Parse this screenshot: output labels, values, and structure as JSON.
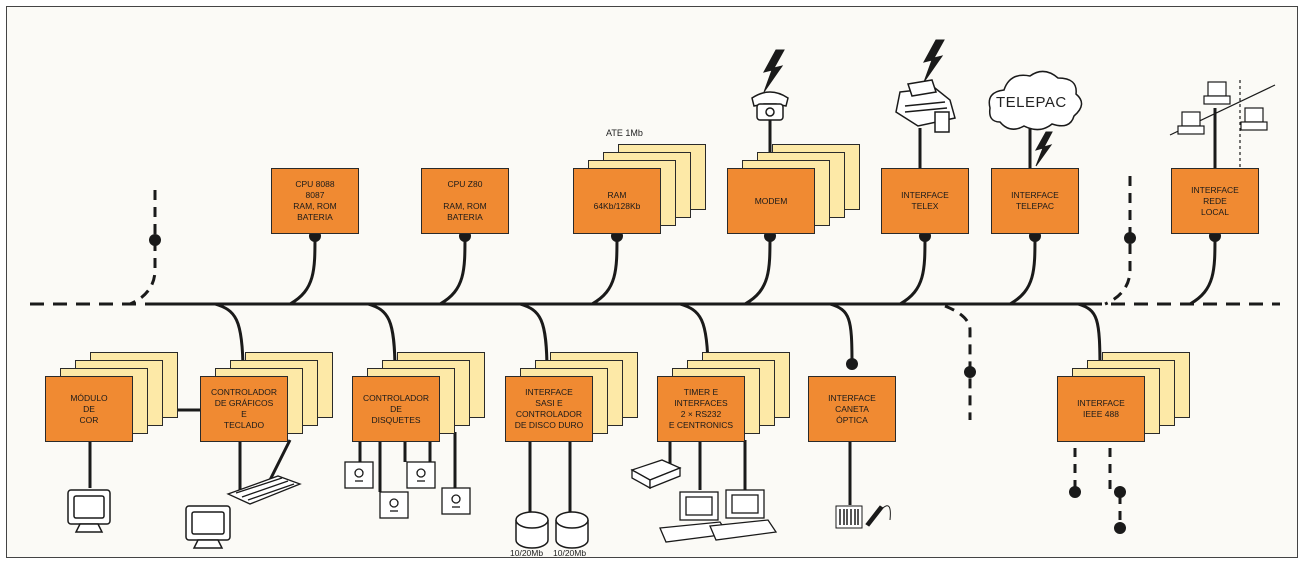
{
  "modules_top": [
    {
      "name": "cpu-8088-module",
      "label": "CPU 8088\n8087\nRAM, ROM\nBATERIA",
      "stack": false
    },
    {
      "name": "cpu-z80-module",
      "label": "CPU Z80\n\nRAM, ROM\nBATERIA",
      "stack": false
    },
    {
      "name": "ram-module",
      "label": "RAM\n64Kb/128Kb",
      "stack": true
    },
    {
      "name": "modem-module",
      "label": "MODEM",
      "stack": true
    },
    {
      "name": "interface-telex-module",
      "label": "INTERFACE\nTELEX",
      "stack": false
    },
    {
      "name": "interface-telepac-module",
      "label": "INTERFACE\nTELEPAC",
      "stack": false
    },
    {
      "name": "interface-rede-local-module",
      "label": "INTERFACE\nREDE\nLOCAL",
      "stack": false
    }
  ],
  "modules_bottom": [
    {
      "name": "modulo-de-cor-module",
      "label": "MÓDULO\nDE\nCOR",
      "stack": true
    },
    {
      "name": "controlador-graficos-module",
      "label": "CONTROLADOR\nDE GRÁFICOS\nE\nTECLADO",
      "stack": true
    },
    {
      "name": "controlador-disquetes-module",
      "label": "CONTROLADOR\nDE\nDISQUETES",
      "stack": true
    },
    {
      "name": "interface-sasi-module",
      "label": "INTERFACE\nSASI    E\nCONTROLADOR\nDE DISCO DURO",
      "stack": true
    },
    {
      "name": "timer-interfaces-module",
      "label": "TIMER E\nINTERFACES\n2 × RS232\nE CENTRONICS",
      "stack": true
    },
    {
      "name": "interface-caneta-module",
      "label": "INTERFACE\nCANETA\nÓPTICA",
      "stack": false
    },
    {
      "name": "interface-ieee-module",
      "label": "INTERFACE\nIEEE 488",
      "stack": true
    }
  ],
  "annotations": {
    "ram_max": "ATE 1Mb",
    "cloud": "TELEPAC",
    "disk_left": "10/20Mb",
    "disk_right": "10/20Mb"
  },
  "colors": {
    "module_fill": "#f08a32",
    "stack_fill": "#fde9a7",
    "line": "#1a1a1a"
  },
  "icons": [
    "lightning-icon",
    "telephone-icon",
    "printer-icon",
    "cloud-icon",
    "network-computers-icon",
    "monitor-icon",
    "keyboard-icon",
    "floppy-drive-icon",
    "hard-disk-icon",
    "computer-icon",
    "barcode-pen-icon"
  ]
}
